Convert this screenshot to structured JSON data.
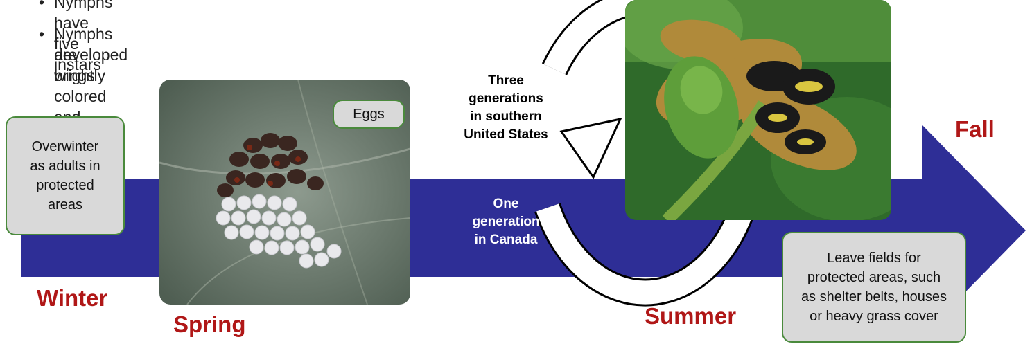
{
  "bullets": [
    "Nymphs have five instars",
    "Nymphs are brightly colored and lack fully",
    "developed wings"
  ],
  "seasons": {
    "winter": "Winter",
    "spring": "Spring",
    "summer": "Summer",
    "fall": "Fall"
  },
  "boxes": {
    "overwinter": [
      "Overwinter",
      "as adults in",
      "protected",
      "areas"
    ],
    "eggs": "Eggs",
    "leave": [
      "Leave fields for",
      "protected areas, such",
      "as shelter belts, houses",
      "or heavy grass cover"
    ]
  },
  "generations": {
    "south": [
      "Three",
      "generations",
      "in southern",
      "United States"
    ],
    "canada": [
      "One",
      "generation",
      "in Canada"
    ]
  },
  "colors": {
    "arrow": "#2e2e96",
    "season": "#b01717",
    "box_fill": "#d9d9d9",
    "box_border": "#4a8a3c"
  },
  "icons": {
    "bullet": "•"
  }
}
